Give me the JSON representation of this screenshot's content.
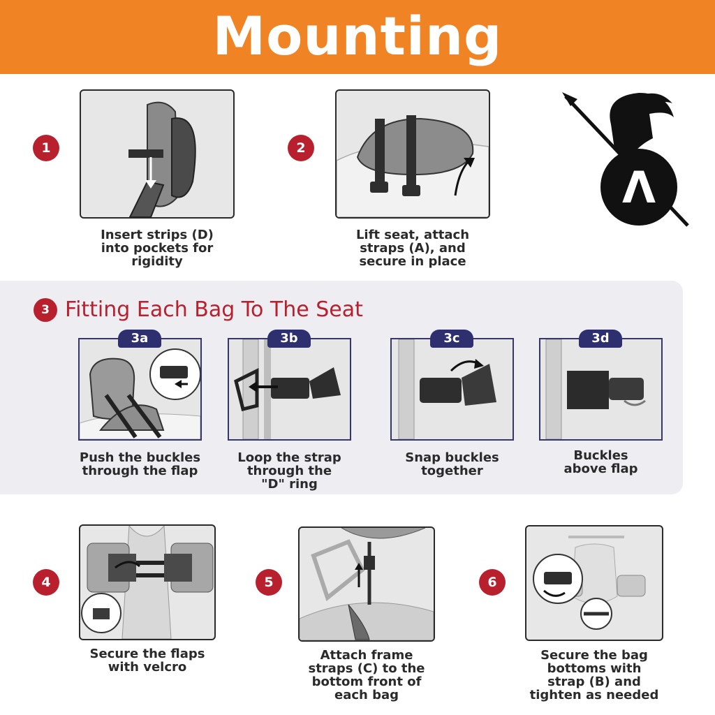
{
  "header": {
    "title": "Mounting"
  },
  "steps_top": [
    {
      "num": "1",
      "caption": [
        "Insert strips (D)",
        "into pockets for",
        "rigidity"
      ]
    },
    {
      "num": "2",
      "caption": [
        "Lift seat, attach",
        "straps (A), and",
        "secure in place"
      ]
    }
  ],
  "fitting": {
    "num": "3",
    "title": "Fitting Each Bag To The Seat",
    "substeps": [
      {
        "tag": "3a",
        "caption": [
          "Push the buckles",
          "through the flap"
        ]
      },
      {
        "tag": "3b",
        "caption": [
          "Loop the strap",
          "through the",
          "\"D\" ring"
        ]
      },
      {
        "tag": "3c",
        "caption": [
          "Snap buckles",
          "together"
        ]
      },
      {
        "tag": "3d",
        "caption": [
          "Buckles",
          "above flap"
        ]
      }
    ]
  },
  "steps_bottom": [
    {
      "num": "4",
      "caption": [
        "Secure the flaps",
        "with velcro"
      ]
    },
    {
      "num": "5",
      "caption": [
        "Attach frame",
        "straps (C) to the",
        "bottom front of",
        "each bag"
      ]
    },
    {
      "num": "6",
      "caption": [
        "Secure the bag",
        "bottoms with",
        "strap (B) and",
        "tighten as needed"
      ]
    }
  ],
  "logo": {
    "letter": "Λ",
    "icon": "spartan-helmet-logo"
  },
  "colors": {
    "header": "#f08424",
    "accent_red": "#b8202e",
    "tag_navy": "#2d2f6e",
    "band": "#eeedf2"
  }
}
